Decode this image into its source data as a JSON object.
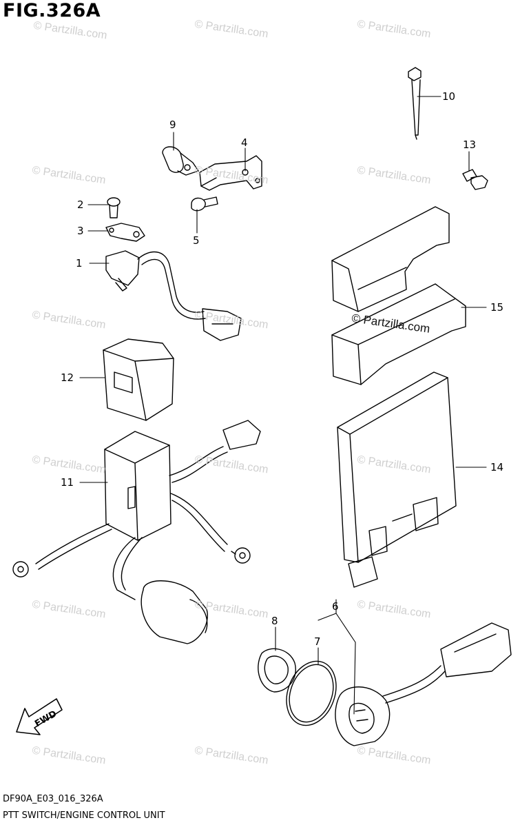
{
  "figure": {
    "title": "FIG.326A",
    "code": "DF90A_E03_016_326A",
    "name": "PTT SWITCH/ENGINE CONTROL UNIT"
  },
  "watermark": {
    "text": "© Partzilla.com",
    "color": "#cfcfcf"
  },
  "direction_marker": {
    "text": "FWD"
  },
  "callouts": [
    {
      "num": "1"
    },
    {
      "num": "2"
    },
    {
      "num": "3"
    },
    {
      "num": "4"
    },
    {
      "num": "5"
    },
    {
      "num": "6"
    },
    {
      "num": "7"
    },
    {
      "num": "8"
    },
    {
      "num": "9"
    },
    {
      "num": "10"
    },
    {
      "num": "11"
    },
    {
      "num": "12"
    },
    {
      "num": "13"
    },
    {
      "num": "14"
    },
    {
      "num": "15"
    }
  ]
}
